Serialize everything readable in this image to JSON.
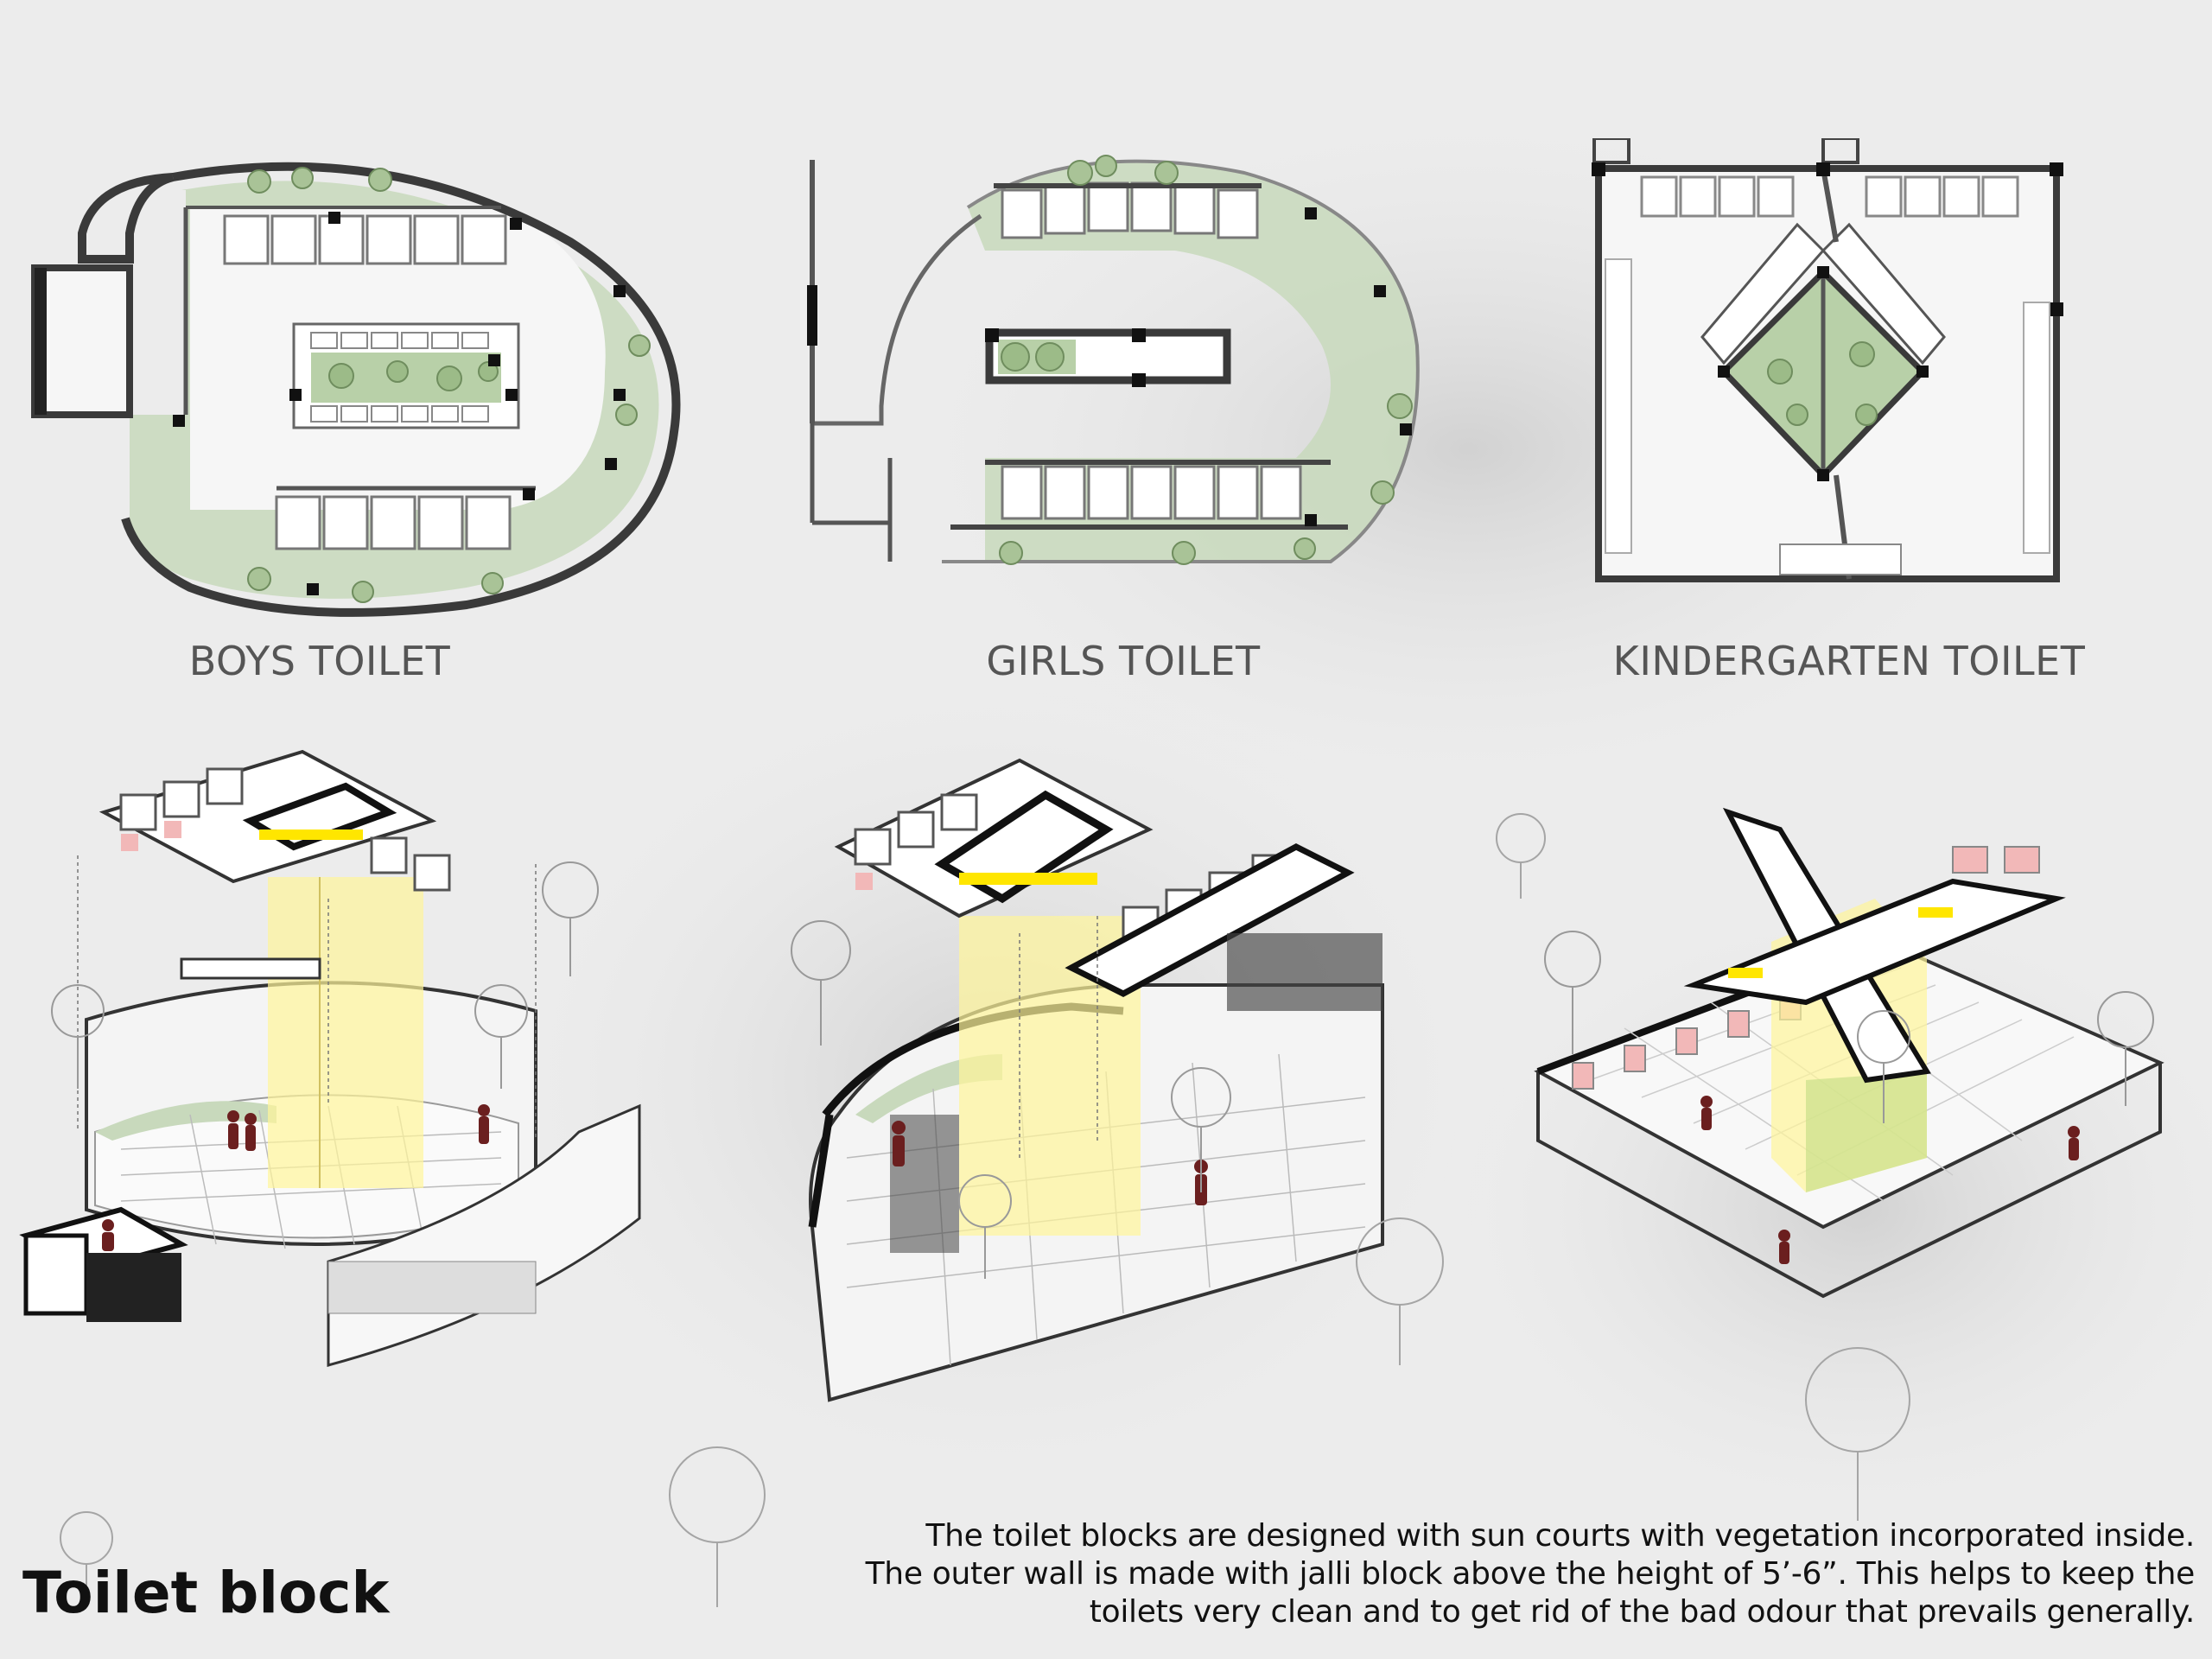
{
  "plans": {
    "boys": {
      "caption": "BOYS TOILET"
    },
    "girls": {
      "caption": "GIRLS TOILET"
    },
    "kindergarten": {
      "caption": "KINDERGARTEN TOILET"
    }
  },
  "title": "Toilet block",
  "description": {
    "line1": "The toilet blocks are designed with sun courts with vegetation incorporated inside.",
    "line2": "The outer wall is made with jalli block above the height of 5’-6”. This helps to keep the",
    "line3": "toilets very clean and to get rid of the bad odour that prevails generally."
  },
  "colors": {
    "wall": "#3a3a3a",
    "vegetation": "#c8d9bc",
    "sun_court": "#fff59a",
    "figure": "#6b1f1f",
    "cubicle_accent": "#f2b8b8"
  }
}
